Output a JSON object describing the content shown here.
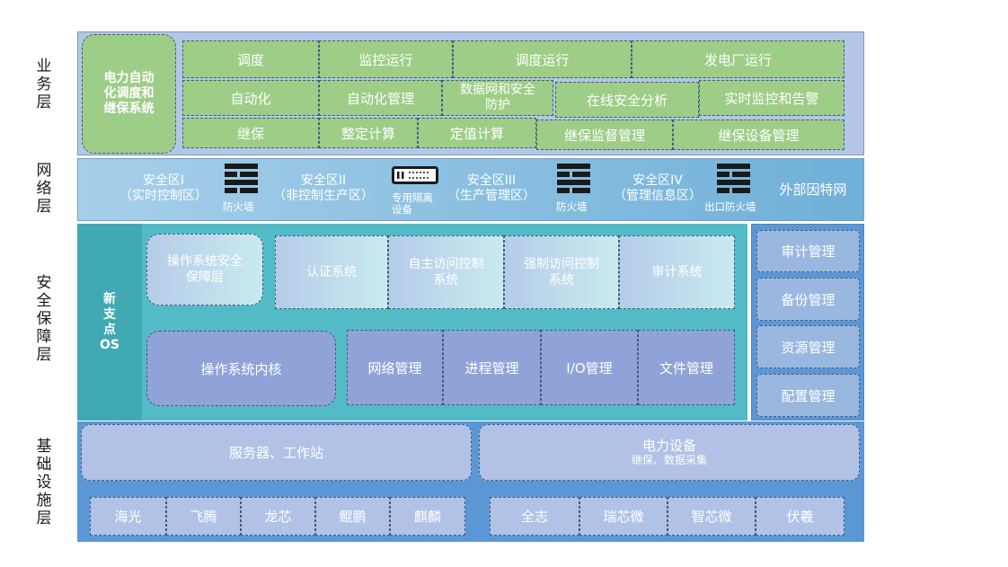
{
  "layers": {
    "business": "业\n务\n层",
    "network": "网\n络\n层",
    "security": "安\n全\n保\n障\n层",
    "infra": "基\n础\n设\n施\n层"
  },
  "business": {
    "side": "电力自动\n化调度和\n继保系统",
    "row1": [
      "调度",
      "监控运行",
      "调度运行",
      "发电厂运行"
    ],
    "row2": [
      "自动化",
      "自动化管理",
      "数据网和安全\n防护",
      "在线安全分析",
      "实时监控和告警"
    ],
    "row3": [
      "继保",
      "整定计算",
      "定值计算",
      "继保监督管理",
      "继保设备管理"
    ]
  },
  "network": {
    "zone1": "安全区I\n（实时控制区）",
    "firewall1": "防火墙",
    "zone2": "安全区II\n（非控制生产区）",
    "isolation": "专用隔离\n设备",
    "zone3": "安全区III\n（生产管理区）",
    "firewall2": "防火墙",
    "zone4": "安全区IV\n（管理信息区）",
    "exit_firewall": "出口防火墙",
    "internet": "外部因特网"
  },
  "security": {
    "os": "新\n支\n点\nOS",
    "top": [
      "操作系统安全\n保障层",
      "认证系统",
      "自主访问控制\n系统",
      "强制访问控制\n系统",
      "审计系统"
    ],
    "kernel": "操作系统内核",
    "bottom": [
      "网络管理",
      "进程管理",
      "I/O管理",
      "文件管理"
    ],
    "right": [
      "审计管理",
      "备份管理",
      "资源管理",
      "配置管理"
    ]
  },
  "infra": {
    "servers": "服务器、工作站",
    "power_title": "电力设备",
    "power_sub": "继保、数据采集",
    "chips_left": [
      "海光",
      "飞腾",
      "龙芯",
      "鲲鹏",
      "麒麟"
    ],
    "chips_right": [
      "全志",
      "瑞芯微",
      "智芯微",
      "伏羲"
    ]
  },
  "colors": {
    "business_bg": "#b4c6e7",
    "network_bg": "#76b6db",
    "security_bg": "#52bbc6",
    "infra_bg": "#5b97d5",
    "green": "#9dcd86"
  }
}
